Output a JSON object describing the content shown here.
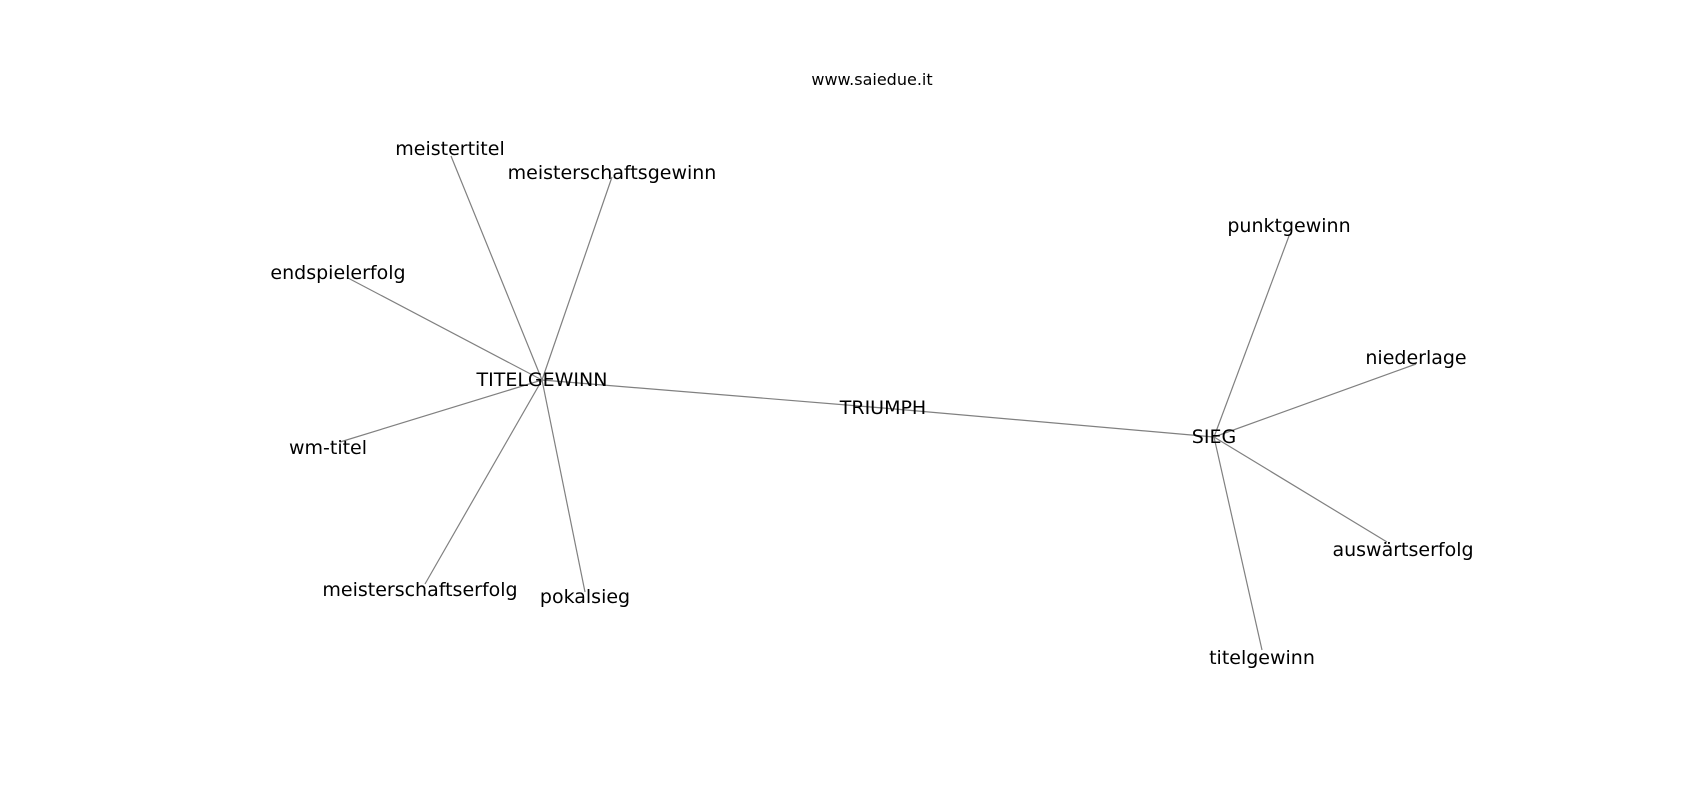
{
  "caption": "www.saiedue.it",
  "graph": {
    "edge_color": "#808080",
    "label_color": "#000000",
    "nodes": [
      {
        "id": "triumph",
        "label": "TRIUMPH"
      },
      {
        "id": "titelgewinn_hub",
        "label": "TITELGEWINN"
      },
      {
        "id": "sieg",
        "label": "SIEG"
      },
      {
        "id": "meistertitel",
        "label": "meistertitel"
      },
      {
        "id": "meisterschaftsgewinn",
        "label": "meisterschaftsgewinn"
      },
      {
        "id": "endspielerfolg",
        "label": "endspielerfolg"
      },
      {
        "id": "wm-titel",
        "label": "wm-titel"
      },
      {
        "id": "meisterschaftserfolg",
        "label": "meisterschaftserfolg"
      },
      {
        "id": "pokalsieg",
        "label": "pokalsieg"
      },
      {
        "id": "punktgewinn",
        "label": "punktgewinn"
      },
      {
        "id": "niederlage",
        "label": "niederlage"
      },
      {
        "id": "auswaertserfolg",
        "label": "auswärtserfolg"
      },
      {
        "id": "titelgewinn_leaf",
        "label": "titelgewinn"
      }
    ],
    "edges": [
      [
        "titelgewinn_hub",
        "triumph"
      ],
      [
        "triumph",
        "sieg"
      ],
      [
        "titelgewinn_hub",
        "meistertitel"
      ],
      [
        "titelgewinn_hub",
        "meisterschaftsgewinn"
      ],
      [
        "titelgewinn_hub",
        "endspielerfolg"
      ],
      [
        "titelgewinn_hub",
        "wm-titel"
      ],
      [
        "titelgewinn_hub",
        "meisterschaftserfolg"
      ],
      [
        "titelgewinn_hub",
        "pokalsieg"
      ],
      [
        "sieg",
        "punktgewinn"
      ],
      [
        "sieg",
        "niederlage"
      ],
      [
        "sieg",
        "auswaertserfolg"
      ],
      [
        "sieg",
        "titelgewinn_leaf"
      ]
    ]
  }
}
